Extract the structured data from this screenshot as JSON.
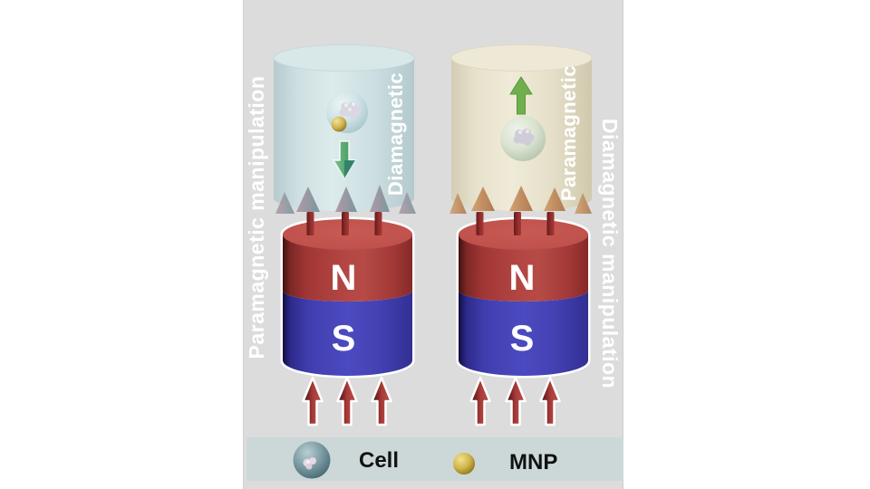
{
  "figure": {
    "background": {
      "page_bg": "#ffffff",
      "panel_bg": "#dcdcdc"
    },
    "left_setup": {
      "side_label": "Paramagnetic manipulation",
      "medium_label": "Diamagnetic",
      "medium_color": "#cfe1e3",
      "contents": [
        "cell-sphere-icon",
        "mnp-sphere-icon",
        "arrow-down-icon"
      ],
      "motion_arrow_color": "#3e975b",
      "magnet": {
        "north": "N",
        "south": "S",
        "north_color": "#b24542",
        "south_color": "#4c4ac0"
      }
    },
    "right_setup": {
      "side_label": "Diamagnetic manipulation",
      "medium_label": "Paramagnetic",
      "medium_color": "#e9e4cf",
      "contents": [
        "cell-sphere-icon",
        "arrow-up-icon"
      ],
      "motion_arrow_color": "#6fb04c",
      "magnet": {
        "north": "N",
        "south": "S",
        "north_color": "#b24542",
        "south_color": "#4c4ac0"
      }
    },
    "field_arrows": {
      "icon": "arrow-up-icon",
      "color": "#a83a38",
      "count_per_magnet": 3
    },
    "legend": {
      "bg_color": "#ccd8d8",
      "items": [
        {
          "icon": "cell-sphere-icon",
          "label": "Cell",
          "color": "#6b8e97"
        },
        {
          "icon": "mnp-sphere-icon",
          "label": "MNP",
          "color": "#c9ae41"
        }
      ]
    }
  }
}
